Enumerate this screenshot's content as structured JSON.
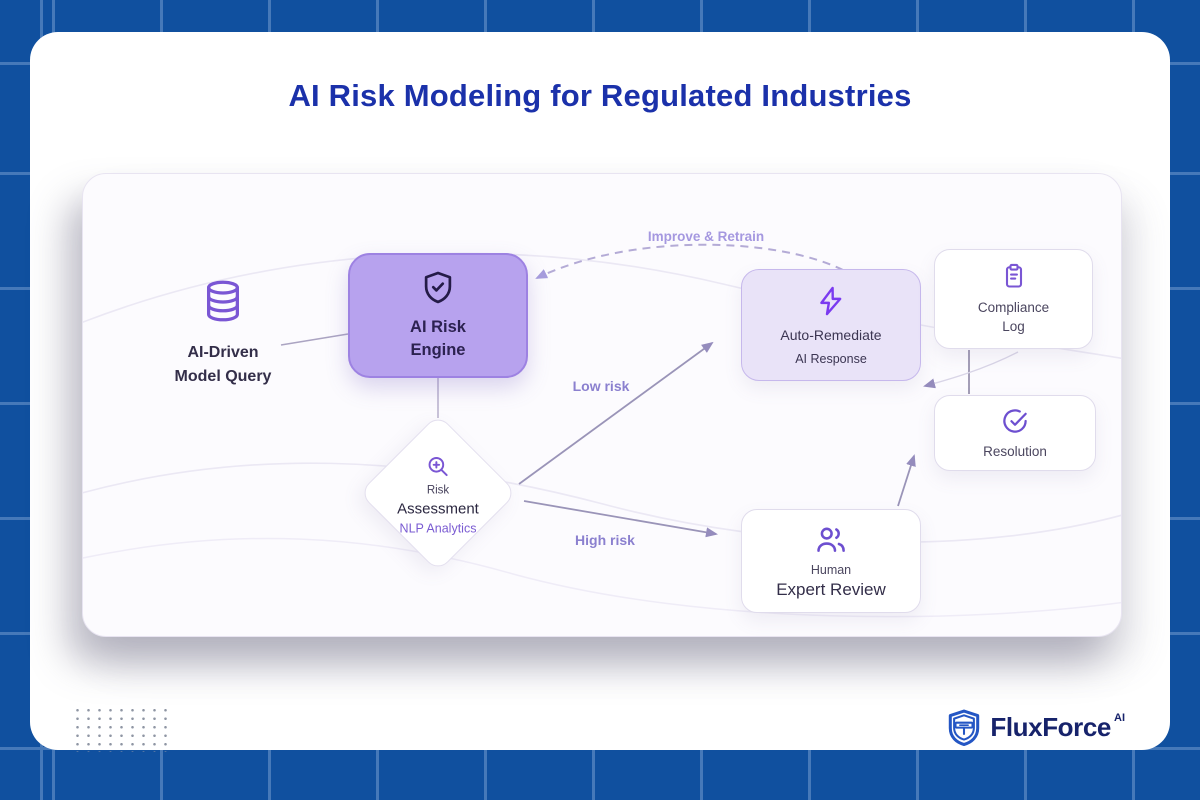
{
  "page": {
    "title": "AI Risk Modeling for Regulated Industries"
  },
  "colors": {
    "background_blue": "#10509f",
    "grid_line_blue": "#4679b9",
    "title_blue": "#1b31aa",
    "accent_purple": "#7a56d4",
    "engine_fill": "#b7a2ee",
    "remediate_fill": "#e9e3f8",
    "edge_purple": "#9a94b8",
    "brand_navy": "#17236b"
  },
  "nodes": {
    "model_query": {
      "line1": "AI-Driven",
      "line2": "Model Query"
    },
    "risk_engine": {
      "line1": "AI Risk",
      "line2": "Engine"
    },
    "risk_assessment": {
      "line1": "Risk",
      "line2": "Assessment",
      "line3": "NLP Analytics"
    },
    "auto_remediate": {
      "line1": "Auto-Remediate",
      "line2": "AI Response"
    },
    "compliance_log": {
      "line1": "Compliance",
      "line2": "Log"
    },
    "resolution": {
      "label": "Resolution"
    },
    "human_expert_review": {
      "line1": "Human",
      "line2": "Expert Review"
    }
  },
  "edge_labels": {
    "improve_retrain": "Improve & Retrain",
    "low_risk": "Low risk",
    "high_risk": "High risk"
  },
  "icons": {
    "model_query": "database-icon",
    "risk_engine": "shield-check-icon",
    "risk_assessment": "magnifier-plus-icon",
    "auto_remediate": "lightning-icon",
    "compliance_log": "clipboard-icon",
    "resolution": "check-circle-icon",
    "human_expert_review": "users-icon",
    "brand": "shield-logo-icon"
  },
  "footer": {
    "brand": "FluxForce",
    "suffix": "AI"
  }
}
